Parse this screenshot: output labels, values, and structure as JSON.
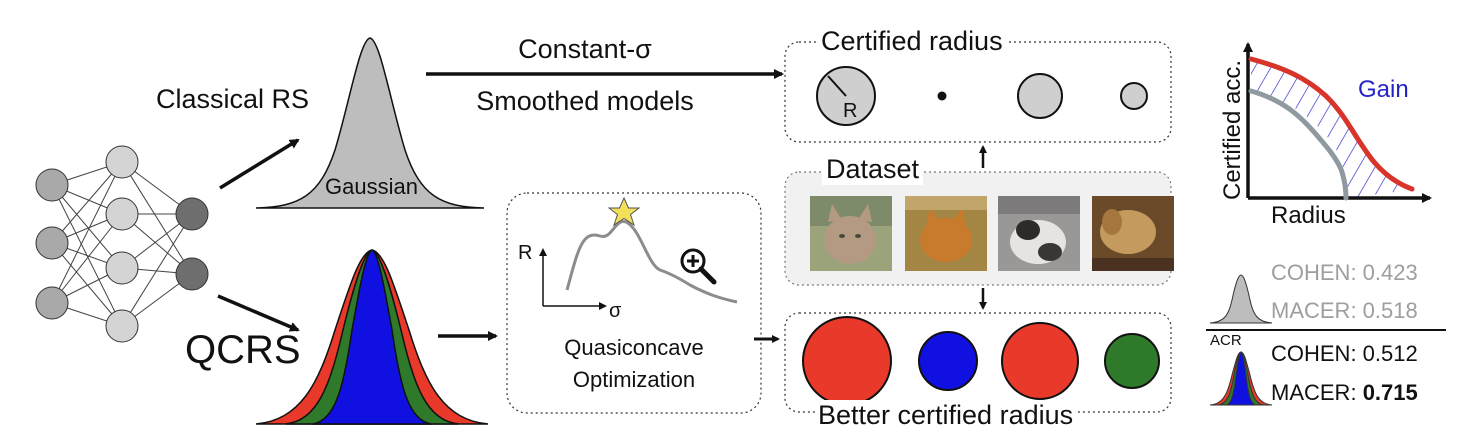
{
  "classical_rs_label": "Classical RS",
  "gaussian_label": "Gaussian",
  "qcrs_label": "QCRS",
  "arrow_top_line1": "Constant-σ",
  "arrow_top_line2": "Smoothed models",
  "certified_radius_title": "Certified radius",
  "radius_symbol": "R",
  "dataset_title": "Dataset",
  "better_radius_title": "Better certified radius",
  "quasiconcave": {
    "line1": "Quasiconcave",
    "line2": "Optimization",
    "y_axis": "R",
    "x_axis": "σ"
  },
  "plot": {
    "y_label": "Certified acc.",
    "x_label": "Radius",
    "gain_label": "Gain"
  },
  "acr": {
    "label": "ACR",
    "baseline": [
      "COHEN: 0.423",
      "MACER: 0.518"
    ],
    "qcrs": [
      "COHEN: 0.512"
    ],
    "qcrs_macer_prefix": "MACER: ",
    "qcrs_macer_value": "0.715"
  },
  "colors": {
    "red": "#e8392b",
    "green": "#2f7a2a",
    "blue": "#1010e0",
    "gray": "#b8b8b8",
    "gain_blue": "#2323c8"
  },
  "thumbnail_icons": [
    "cat-image-icon",
    "cat-image-icon",
    "cat-image-icon",
    "dog-image-icon"
  ]
}
